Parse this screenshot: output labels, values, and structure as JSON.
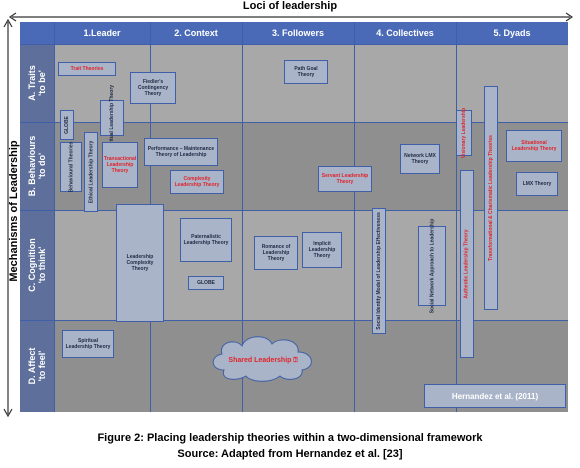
{
  "top_title": "Loci of leadership",
  "side_title": "Mechanisms of Leadership",
  "columns": [
    "1.Leader",
    "2. Context",
    "3. Followers",
    "4. Collectives",
    "5. Dyads"
  ],
  "rows": [
    "A. Traits\n'to be'",
    "B. Behaviours\n'to do'",
    "C. Cognition\n'to think'",
    "D. Affect\n'to feel'"
  ],
  "boxes": {
    "trait_theories": "Trait Theories",
    "fiedler": "Fiedler's Contingency Theory",
    "path_goal": "Path Goal Theory",
    "globe_a": "GLOBE",
    "spiritual_a": "Spiritual Leadership Theory",
    "visionary": "Visionary Leadership",
    "transformational": "Transformational & Charismatic Leadership Theories",
    "situational": "Situational Leadership Theory",
    "behavioural": "Behavioural Theories",
    "ethical": "Ethical Leadership Theory",
    "transactional": "Transactional Leadership Theory",
    "performance": "Performance – Maintenance Theory of Leadership",
    "complexity_red": "Complexity Leadership Theory",
    "network_lmx": "Network LMX Theory",
    "servant": "Servant Leadership Theory",
    "lmx": "LMX Theory",
    "leadership_complexity": "Leadership Complexity Theory",
    "paternalistic": "Paternalistic Leadership Theory",
    "globe_c": "GLOBE",
    "romance": "Romance of Leadership Theory",
    "implicit": "Implicit Leadership Theory",
    "social_identity": "Social Identity Model of Leadership Effectiveness",
    "social_network": "Social Network Approach to Leadership",
    "authentic": "Authentic Leadership Theory",
    "spiritual_d": "Spiritual Leadership Theory",
    "shared": "Shared Leadership ⍰"
  },
  "credit": "Hernandez et al. (2011)",
  "caption_line1": "Figure 2: Placing leadership theories within a two-dimensional framework",
  "caption_line2": "Source: Adapted from Hernandez et al. [23]"
}
